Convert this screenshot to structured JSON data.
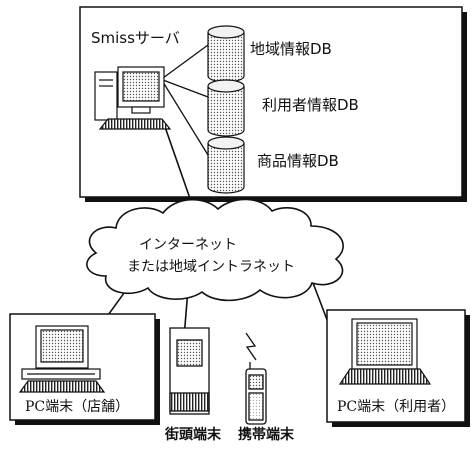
{
  "server": {
    "title": "Smissサーバ",
    "databases": [
      "地域情報DB",
      "利用者情報DB",
      "商品情報DB"
    ]
  },
  "network": {
    "line1": "インターネット",
    "line2": "または地域イントラネット"
  },
  "terminals": {
    "pc_store": "PC端末（店舗）",
    "street": "街頭端末",
    "mobile": "携帯端末",
    "pc_user": "PC端末（利用者）"
  }
}
